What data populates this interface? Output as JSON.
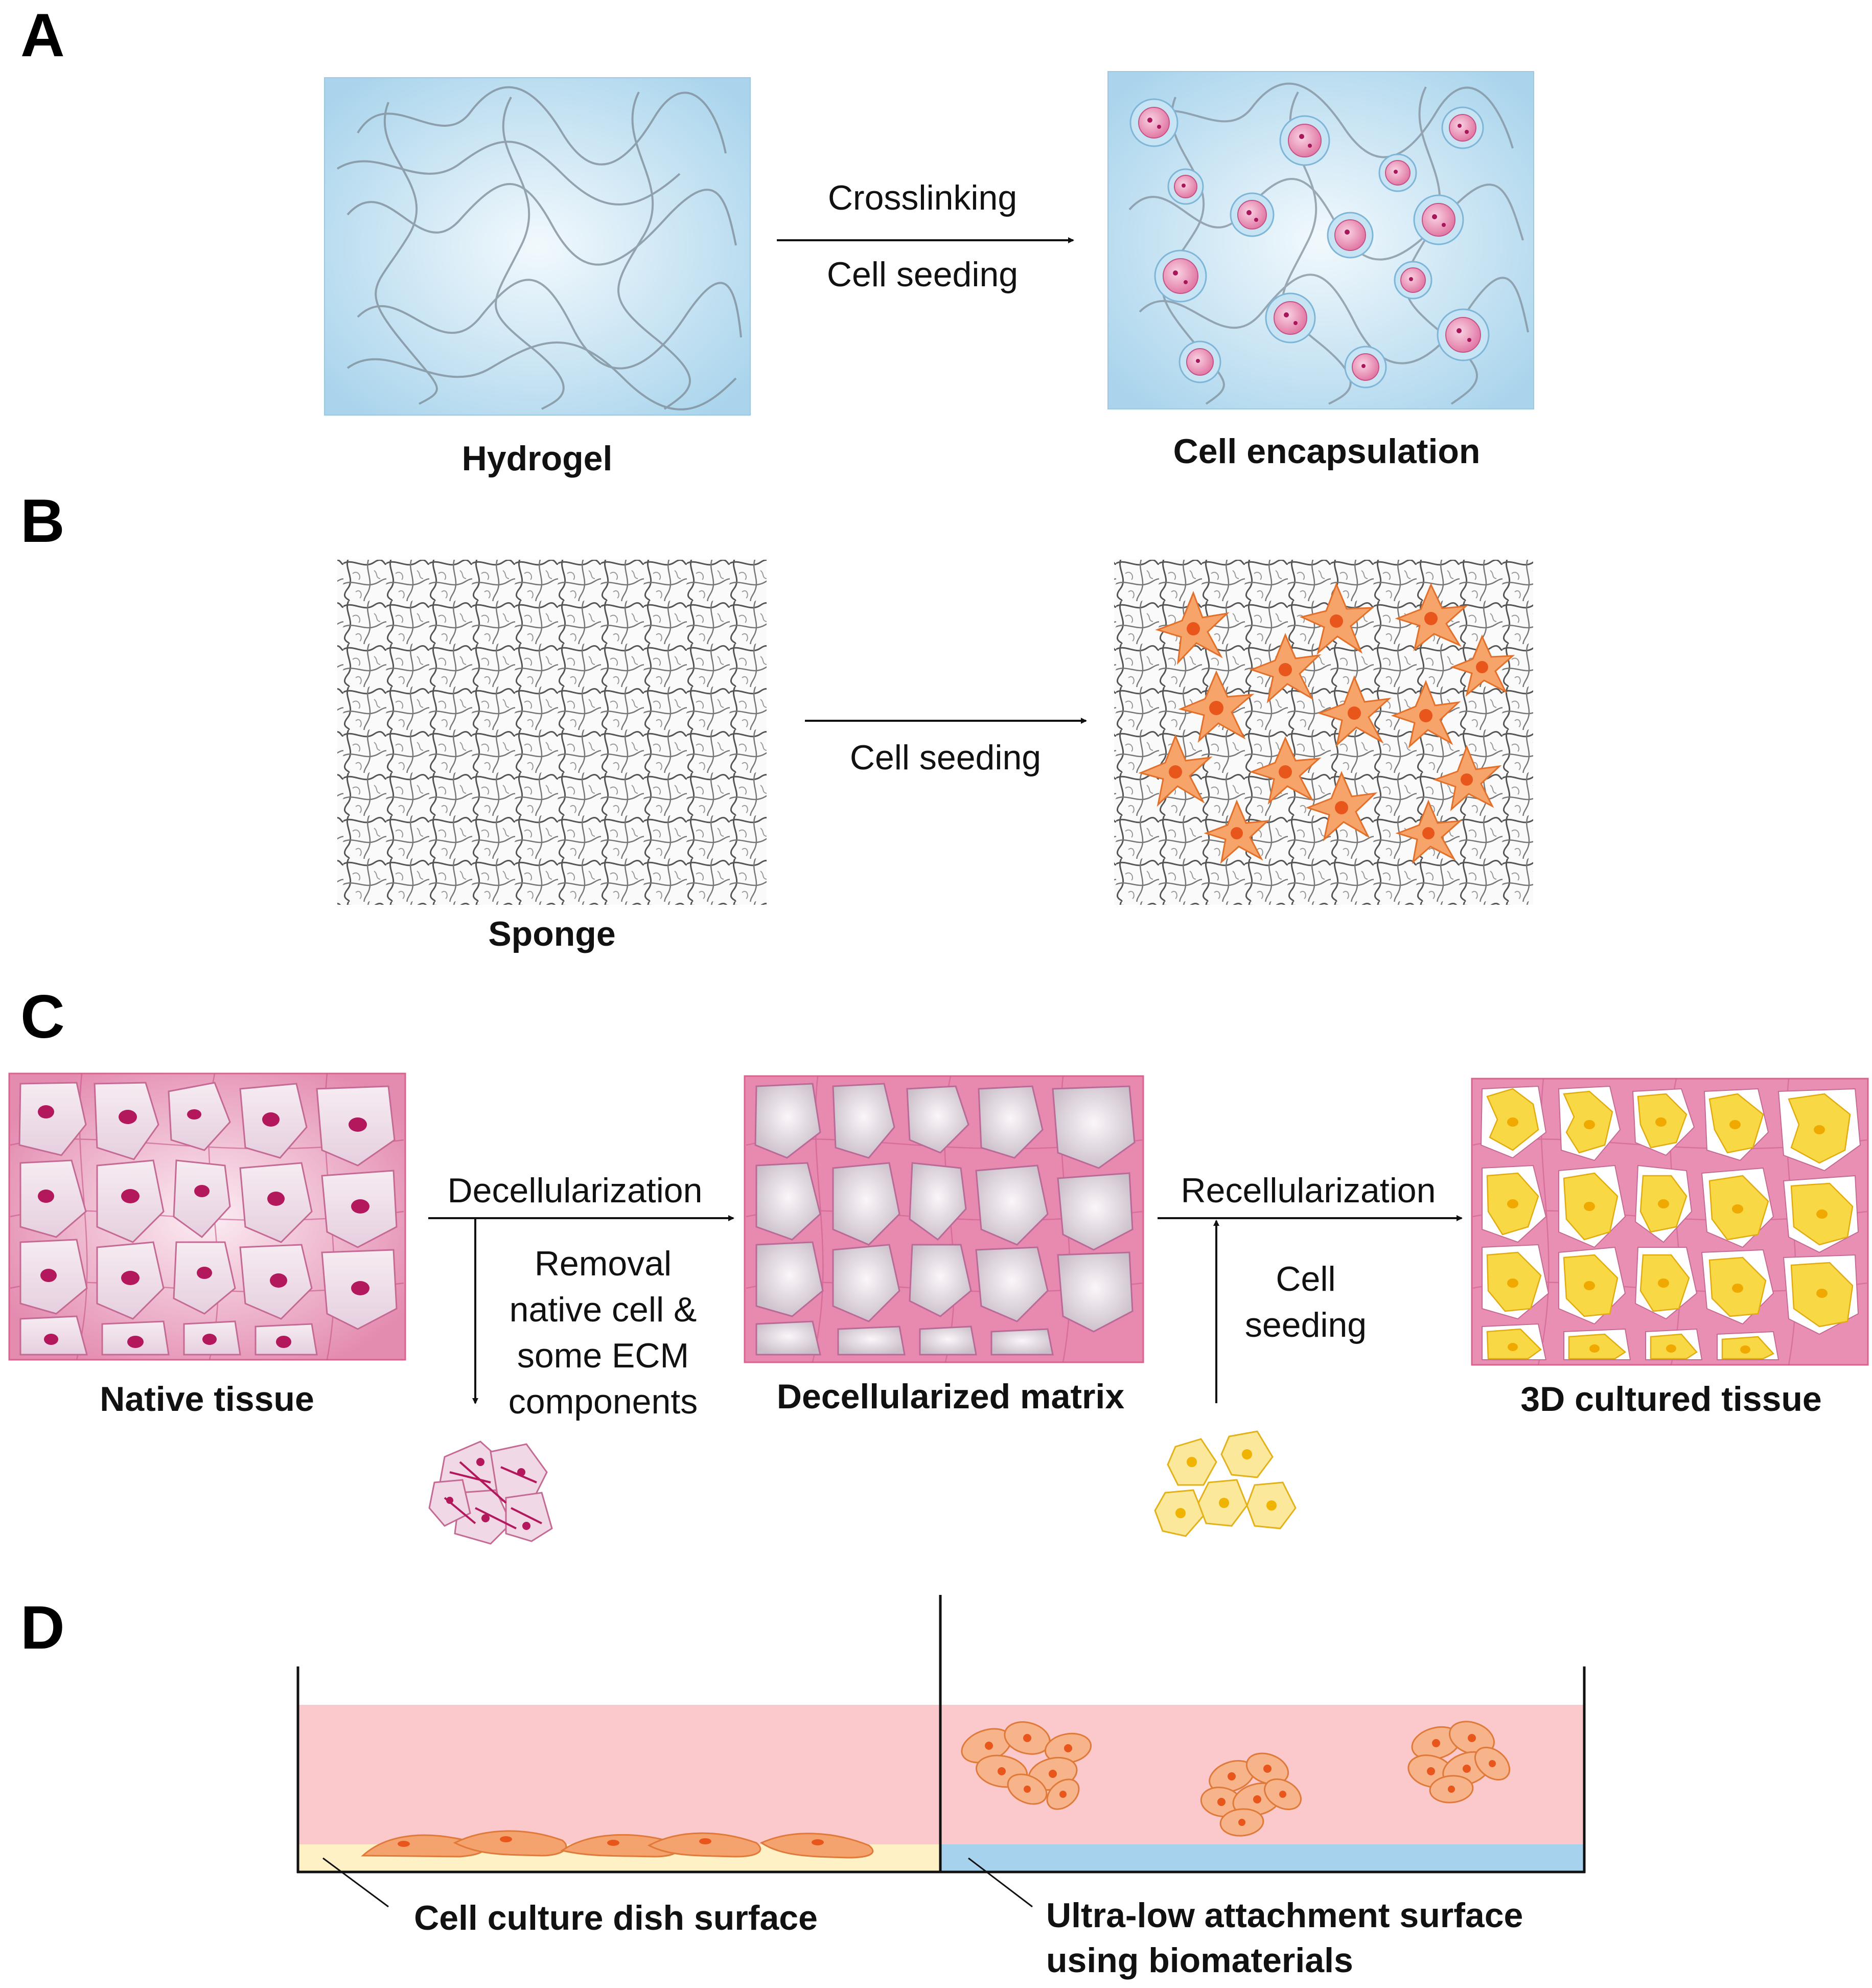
{
  "panels": {
    "a": {
      "letter": "A",
      "left_label": "Hydrogel",
      "right_label": "Cell encapsulation",
      "arrow_top": "Crosslinking",
      "arrow_bottom": "Cell seeding"
    },
    "b": {
      "letter": "B",
      "left_label": "Sponge",
      "arrow_bottom": "Cell seeding"
    },
    "c": {
      "letter": "C",
      "native_label": "Native tissue",
      "decell_label": "Decellularized matrix",
      "cultured_label": "3D cultured tissue",
      "arrow1_label": "Decellularization",
      "removal_lines": [
        "Removal",
        "native cell &",
        "some ECM",
        "components"
      ],
      "arrow2_label": "Recellularization",
      "seed_lines": [
        "Cell",
        "seeding"
      ]
    },
    "d": {
      "letter": "D",
      "left_label": "Cell culture dish surface",
      "right_label_lines": [
        "Ultra-low attachment surface",
        "using biomaterials"
      ]
    }
  },
  "colors": {
    "hydrogel_blue": "#a9d4ec",
    "capsule_pink": "#e98fb4",
    "sponge_gray": "#555555",
    "stellate_orange": "#f59a5a",
    "tissue_pink": "#e07aa0",
    "cell_lilac": "#efdde9",
    "nucleus_magenta": "#b3175c",
    "cultured_yellow": "#f7d640",
    "medium_pink": "#fbc9cb",
    "dish_cream": "#fdf1c5",
    "ula_blue": "#a7d2ee",
    "spread_cell_orange": "#f5a36e"
  }
}
